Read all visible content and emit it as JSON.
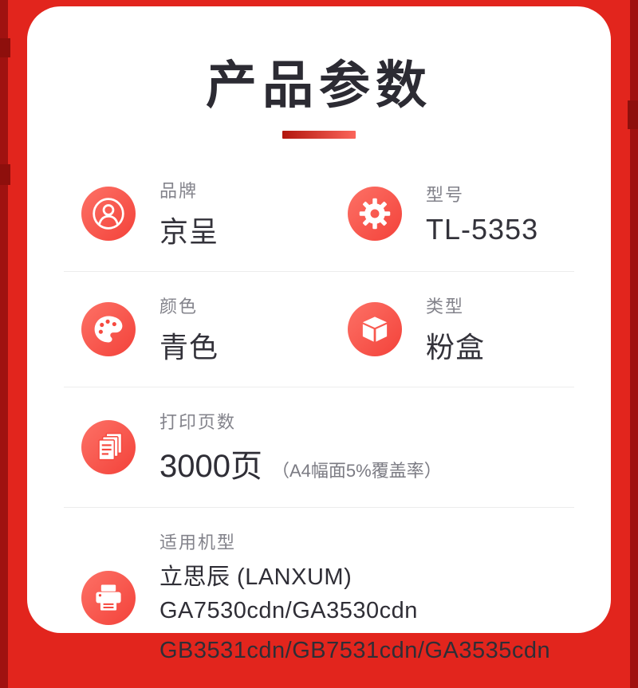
{
  "header": {
    "title": "产品参数"
  },
  "specs": {
    "brand": {
      "label": "品牌",
      "value": "京呈"
    },
    "model": {
      "label": "型号",
      "value": "TL-5353"
    },
    "color": {
      "label": "颜色",
      "value": "青色"
    },
    "type": {
      "label": "类型",
      "value": "粉盒"
    },
    "pages": {
      "label": "打印页数",
      "value": "3000页",
      "note": "（A4幅面5%覆盖率）"
    },
    "models": {
      "label": "适用机型",
      "line1": "立思辰 (LANXUM) GA7530cdn/GA3530cdn",
      "line2": "GB3531cdn/GB7531cdn/GA3535cdn"
    }
  },
  "colors": {
    "frame_red": "#e2251d",
    "frame_dark_red": "#a01210",
    "icon_red_light": "#fd7166",
    "icon_red_dark": "#f3423a",
    "title_text": "#2c2b33",
    "label_gray": "#83838b",
    "value_dark": "#33323a"
  },
  "icons": [
    "user-icon",
    "gear-icon",
    "palette-icon",
    "box-icon",
    "pages-icon",
    "printer-icon"
  ]
}
